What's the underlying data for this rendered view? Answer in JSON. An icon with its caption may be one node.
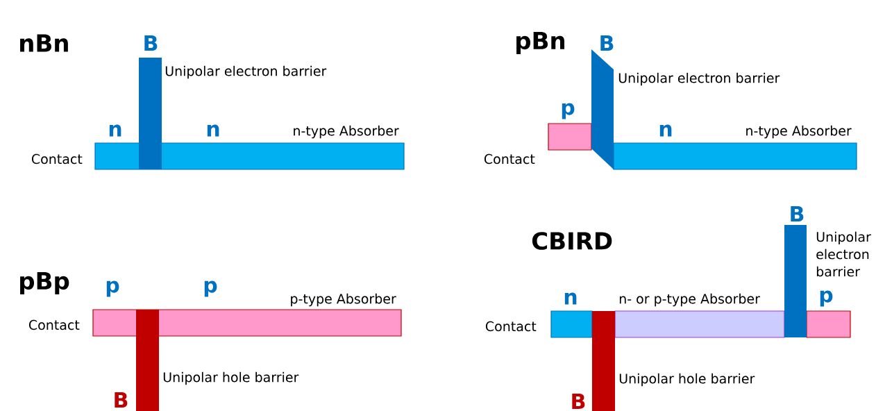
{
  "diagram": {
    "labels": [
      "nBn",
      "B",
      "Unipolar electron barrier",
      "n",
      "n",
      "n-type Absorber",
      "Contact",
      "pBn",
      "B",
      "Unipolar electron barrier",
      "p",
      "n",
      "n-type Absorber",
      "Contact",
      "pBp",
      "p",
      "p",
      "p-type Absorber",
      "Contact",
      "Unipolar hole barrier",
      "B",
      "B",
      "Unipolar electron barrier",
      "CBIRD",
      "n",
      "n- or p-type Absorber",
      "p",
      "Contact",
      "Unipolar hole barrier",
      "B"
    ]
  }
}
